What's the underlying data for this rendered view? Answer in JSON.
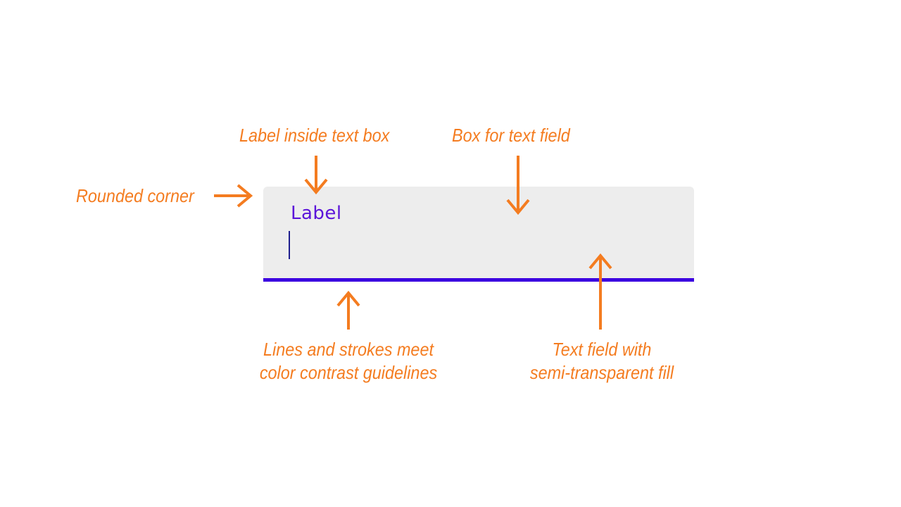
{
  "colors": {
    "annotation": "#F47C20",
    "field_fill": "#EDEDED",
    "accent": "#3B00E0",
    "label_text": "#5B14D9",
    "cursor": "#1F1F8F",
    "background": "#FFFFFF"
  },
  "annotations": {
    "rounded_corner": "Rounded corner",
    "label_inside": "Label inside text box",
    "box_for_field": "Box for text field",
    "lines_strokes": [
      "Lines and strokes meet",
      "color contrast guidelines"
    ],
    "semi_transparent": [
      "Text field with",
      "semi-transparent fill"
    ]
  },
  "text_field": {
    "label": "Label",
    "value": ""
  },
  "icons": {
    "rounded_corner_arrow": "arrow-right-icon",
    "label_arrow": "arrow-down-icon",
    "box_arrow": "arrow-down-icon",
    "lines_arrow": "arrow-up-icon",
    "fill_arrow": "arrow-up-icon"
  }
}
